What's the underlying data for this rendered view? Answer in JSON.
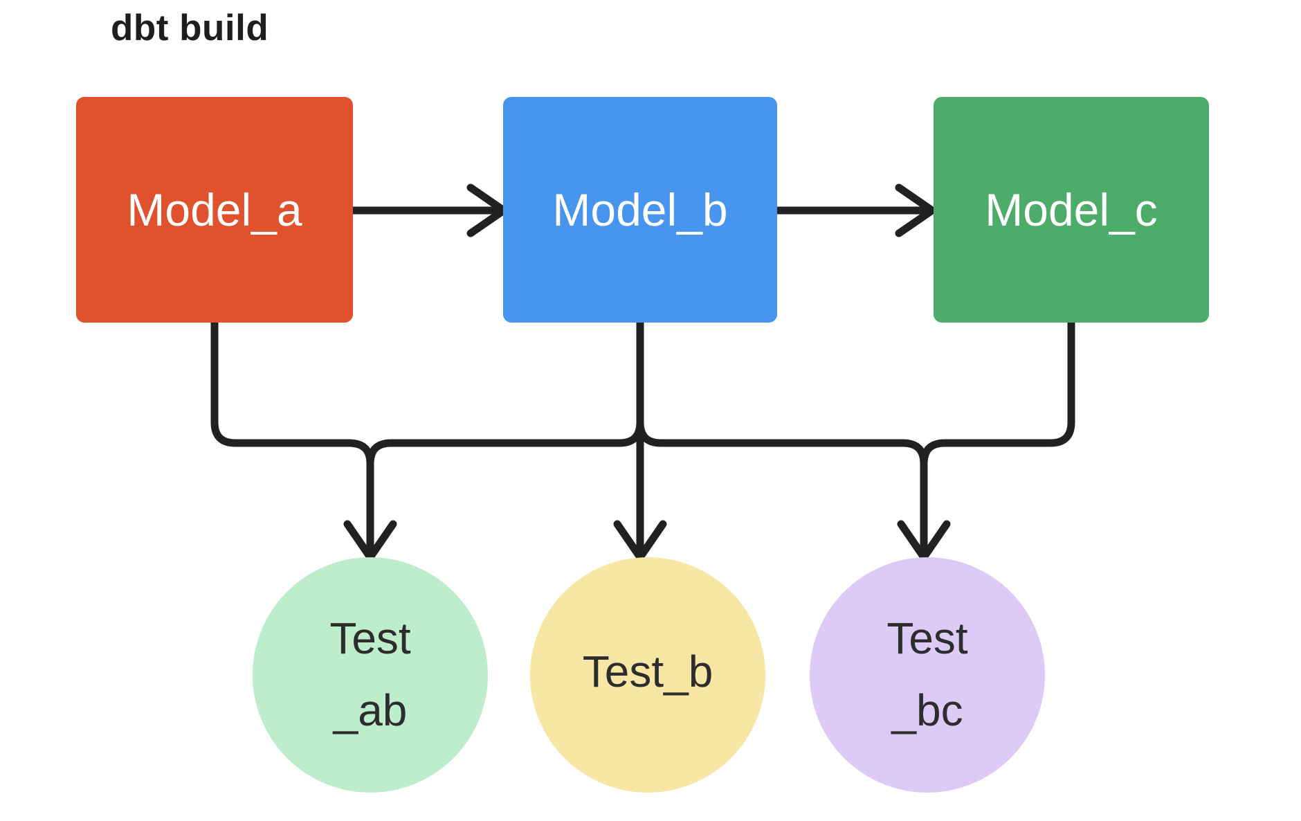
{
  "title": "dbt build",
  "colors": {
    "background": "#FFFFFF",
    "connector": "#212121",
    "title_text": "#1E1E1E",
    "model_label_text": "#FFFFFF",
    "test_label_text": "#2D2D2D"
  },
  "models": [
    {
      "label": "Model_a",
      "color": "#E0512D"
    },
    {
      "label": "Model_b",
      "color": "#4795EF"
    },
    {
      "label": "Model_c",
      "color": "#4EAC6A"
    }
  ],
  "tests": [
    {
      "line1": "Test",
      "line2": "_ab",
      "color": "#BDEDCB"
    },
    {
      "line1": "Test_b",
      "line2": "",
      "color": "#F8E6A4"
    },
    {
      "line1": "Test",
      "line2": "_bc",
      "color": "#DDCAF6"
    }
  ],
  "edges": [
    {
      "from": "Model_a",
      "to": "Model_b"
    },
    {
      "from": "Model_b",
      "to": "Model_c"
    },
    {
      "from": "Model_a",
      "to": "Test_ab"
    },
    {
      "from": "Model_b",
      "to": "Test_ab"
    },
    {
      "from": "Model_b",
      "to": "Test_b"
    },
    {
      "from": "Model_b",
      "to": "Test_bc"
    },
    {
      "from": "Model_c",
      "to": "Test_bc"
    }
  ]
}
